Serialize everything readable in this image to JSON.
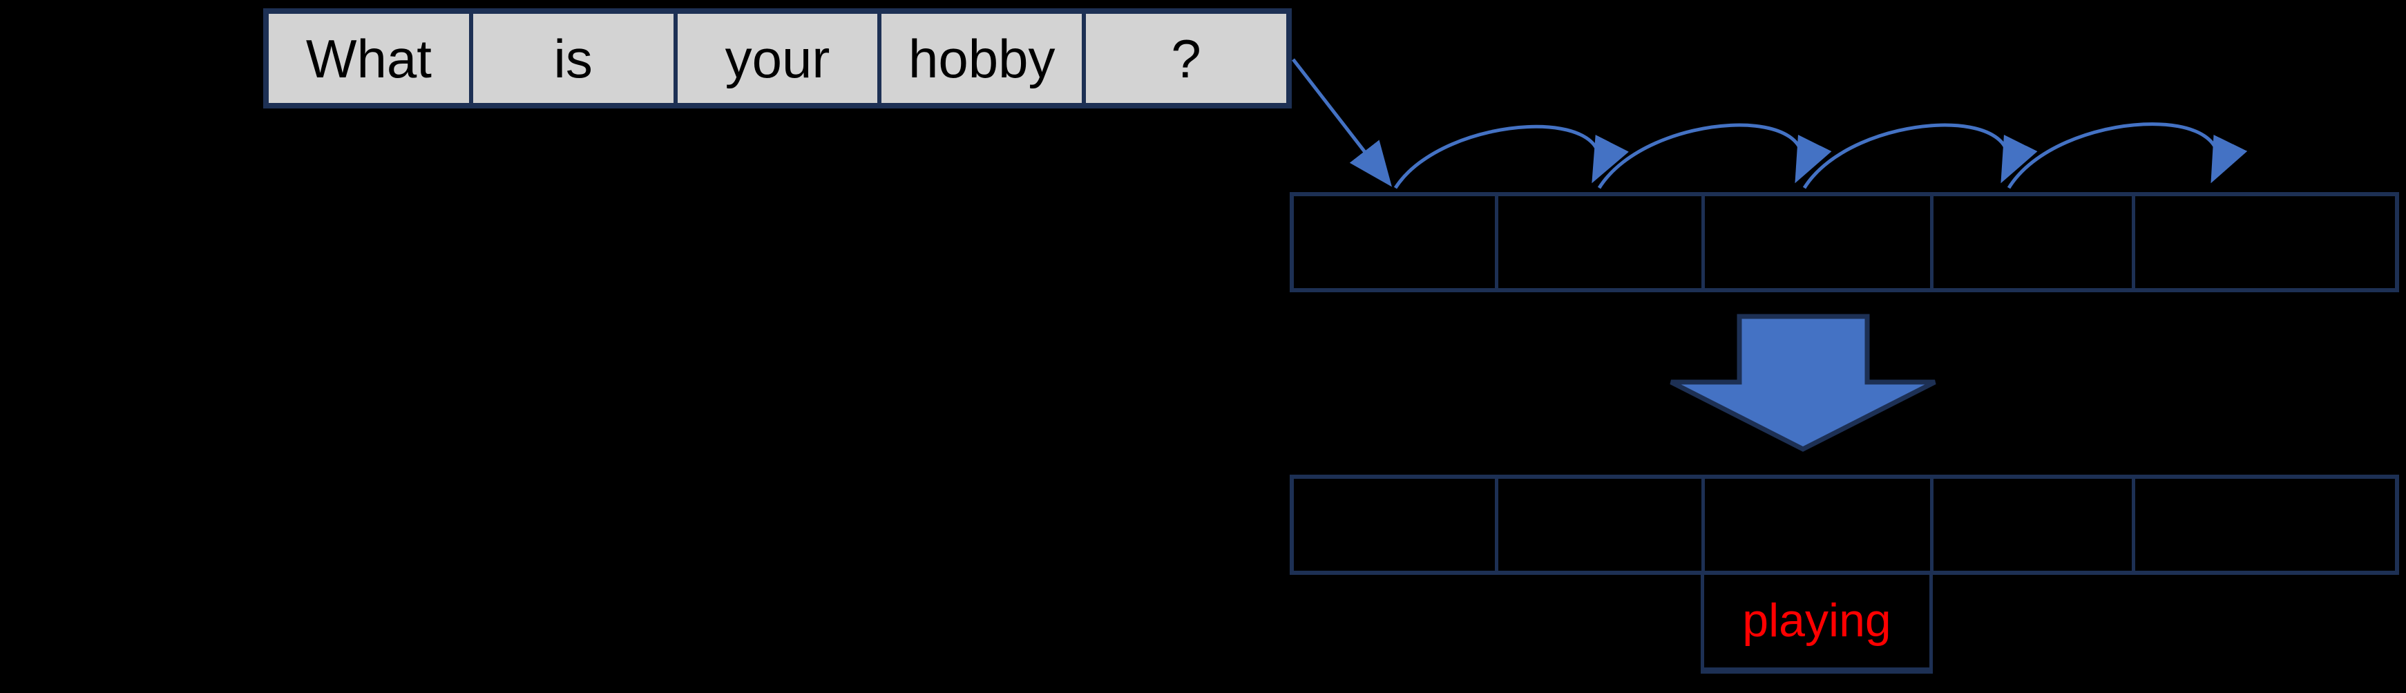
{
  "colors": {
    "accent_blue": "#4472C4",
    "border_navy": "#1D3054",
    "cell_gray": "#D3D3D3",
    "answer_red": "#FF0000",
    "word_text": "#000000",
    "background": "#000000"
  },
  "sentence_row": {
    "words": [
      "What",
      "is",
      "your",
      "hobby",
      "?"
    ]
  },
  "hidden_row": {
    "cell_count": 5,
    "cells": [
      "",
      "",
      "",
      "",
      ""
    ]
  },
  "output_row": {
    "cell_count": 5,
    "cells": [
      "",
      "",
      "",
      "",
      ""
    ]
  },
  "prediction": {
    "label": "playing"
  },
  "arrows": {
    "input_arrow": "diagonal-arrow",
    "hop_arrow": "arc-arrow",
    "hop_arrow_count": 4,
    "process_arrow": "block-down-arrow"
  }
}
